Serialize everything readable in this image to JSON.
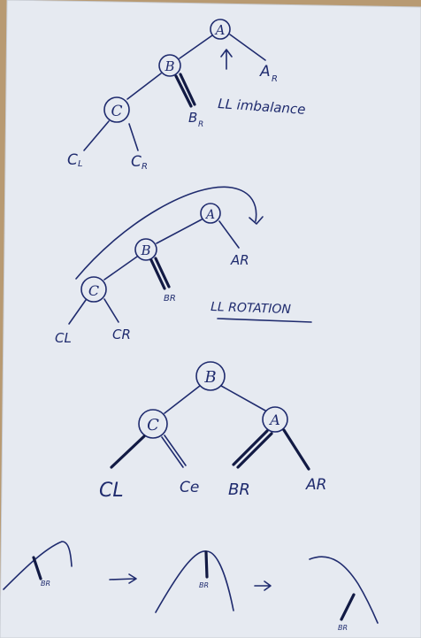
{
  "diagram1": {
    "nodes": {
      "a": "A",
      "b": "B",
      "c": "C"
    },
    "subtrees": {
      "ar": "A",
      "ar_sub": "R",
      "br": "B",
      "br_sub": "R",
      "cl": "C",
      "cl_sub": "L",
      "cr": "C",
      "cr_sub": "R"
    },
    "annotation": "LL imbalance"
  },
  "diagram2": {
    "nodes": {
      "a": "A",
      "b": "B",
      "c": "C"
    },
    "subtrees": {
      "ar": "AR",
      "br": "BR",
      "cl": "CL",
      "cr": "CR"
    },
    "annotation": "LL ROTATION"
  },
  "diagram3": {
    "nodes": {
      "b": "B",
      "c": "C",
      "a": "A"
    },
    "subtrees": {
      "cl": "CL",
      "cr": "Ce",
      "br": "BR",
      "ar": "AR"
    }
  },
  "sketches": {
    "label1": "BR",
    "label2": "BR",
    "label3": "BR"
  },
  "colors": {
    "ink": "#1f2b6e",
    "paper": "#e8ecf2",
    "background": "#b89a72"
  }
}
